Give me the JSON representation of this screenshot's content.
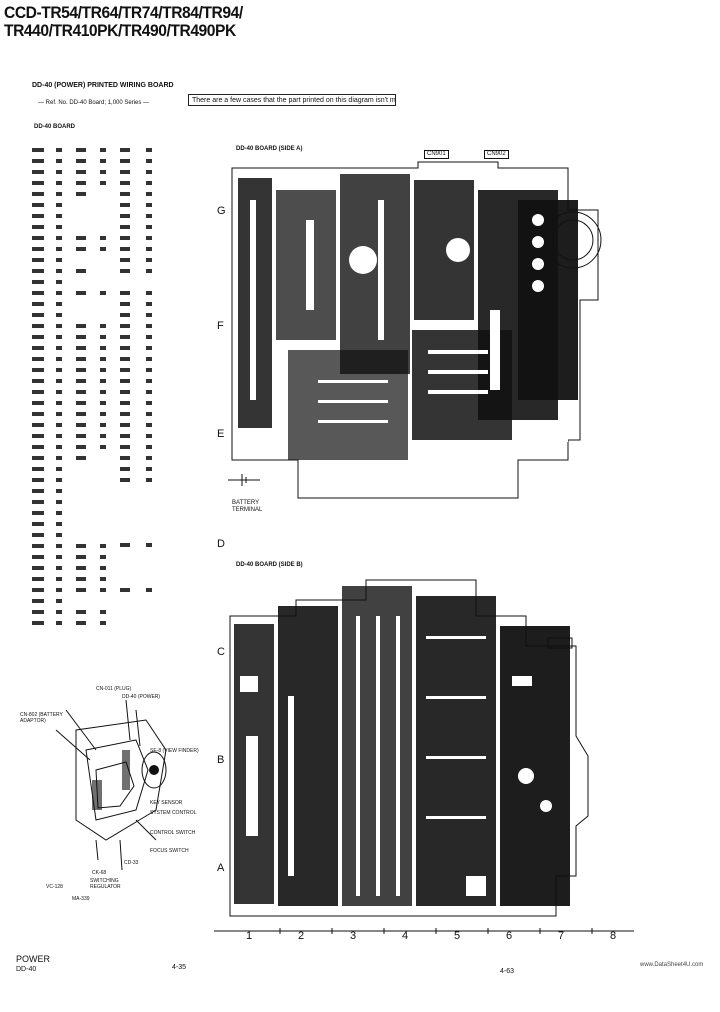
{
  "header": {
    "title_line1": "CCD-TR54/TR64/TR74/TR84/TR94/",
    "title_line2": "TR440/TR410PK/TR490/TR490PK"
  },
  "left_panel": {
    "heading": "DD-40 (POWER) PRINTED WIRING BOARD",
    "subheading": "— Ref. No. DD-40 Board; 1,000 Series —",
    "section_label": "DD-40 BOARD"
  },
  "note_box": "There are a few cases that the part printed on this diagram isn't mounted in this model.",
  "boards": {
    "side_a_label": "DD-40 BOARD (SIDE A)",
    "side_b_label": "DD-40 BOARD (SIDE B)",
    "connector_label_1": "CN901",
    "connector_label_2": "CN902"
  },
  "battery_label": "BATTERY TERMINAL",
  "grid": {
    "rows_top": [
      "G",
      "F",
      "E"
    ],
    "row_mid": "D",
    "rows_bottom": [
      "C",
      "B",
      "A"
    ],
    "columns": [
      "1",
      "2",
      "3",
      "4",
      "5",
      "6",
      "7",
      "8"
    ]
  },
  "exploded_labels": [
    "CN-011 (PLUG)",
    "DD-40 (POWER)",
    "CN-802 (BATTERY ADAPTOR)",
    "SE-8 (VIEW FINDER)",
    "KEY SENSOR",
    "SYSTEM CONTROL",
    "CONTROL SWITCH",
    "FOCUS SWITCH",
    "CD-33",
    "CK-68",
    "SWITCHING REGULATOR",
    "VC-128",
    "MA-339"
  ],
  "footer": {
    "left_title": "POWER",
    "left_sub": "DD-40",
    "page_left": "4-35",
    "page_right": "4-63",
    "watermark": "www.DataSheet4U.com"
  }
}
